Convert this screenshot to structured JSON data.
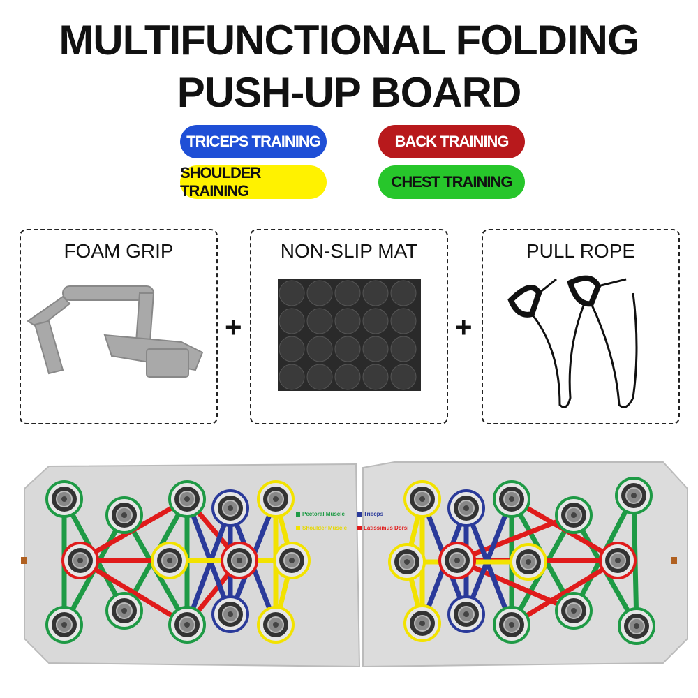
{
  "title": {
    "line1": "MULTIFUNCTIONAL FOLDING",
    "line2": "PUSH-UP BOARD"
  },
  "badges": [
    {
      "label": "TRICEPS TRAINING",
      "color": "#1f4fd6",
      "text_color": "#ffffff"
    },
    {
      "label": "BACK TRAINING",
      "color": "#b8191c",
      "text_color": "#ffffff"
    },
    {
      "label": "SHOULDER TRAINING",
      "color": "#fff200",
      "text_color": "#111111"
    },
    {
      "label": "CHEST TRAINING",
      "color": "#27c62b",
      "text_color": "#111111"
    }
  ],
  "accessories": [
    {
      "label": "FOAM GRIP"
    },
    {
      "label": "NON-SLIP MAT"
    },
    {
      "label": "PULL ROPE"
    }
  ],
  "plus": "+",
  "legend": {
    "pectoral": "Pectoral Muscle",
    "shoulder": "Shoulder Muscle",
    "triceps": "Triecps",
    "latissimus": "Latissimus Dorsi"
  },
  "colors": {
    "green": "#1e9a45",
    "red": "#e01b1b",
    "blue": "#2a3a9a",
    "yellow": "#f2e200"
  }
}
